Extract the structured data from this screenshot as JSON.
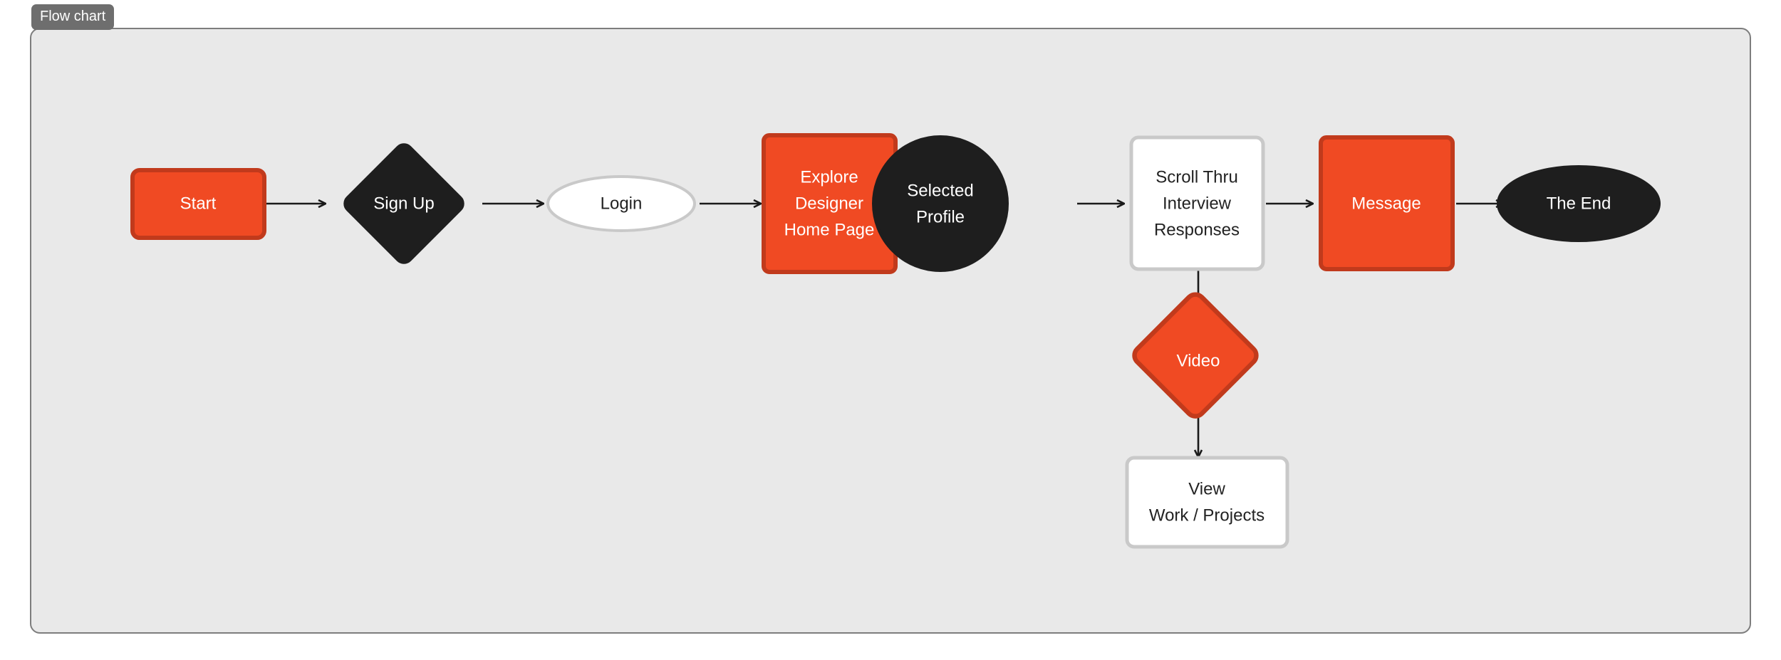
{
  "badge": {
    "label": "Flow chart"
  },
  "canvas": {
    "background_color": "#e9e9e9",
    "border_color": "#7d7d7d"
  },
  "palette": {
    "orange_fill": "#f04a23",
    "orange_stroke": "#c13a1c",
    "black_fill": "#1e1e1e",
    "black_stroke": "#1e1e1e",
    "white_fill": "#ffffff",
    "white_stroke": "#c9c9c9",
    "connector_color": "#1a1a1a",
    "text_light": "#ffffff",
    "text_dark": "#222222"
  },
  "chart_data": {
    "type": "diagram",
    "title": "Flow chart",
    "nodes": [
      {
        "id": "start",
        "label": "Start",
        "shape": "rounded-rect",
        "fill": "orange",
        "text": "light"
      },
      {
        "id": "signup",
        "label": "Sign Up",
        "shape": "diamond",
        "fill": "black",
        "text": "light"
      },
      {
        "id": "login",
        "label": "Login",
        "shape": "ellipse",
        "fill": "white",
        "text": "dark"
      },
      {
        "id": "explore",
        "label": "Explore\nDesigner\nHome Page",
        "shape": "rounded-rect",
        "fill": "orange",
        "text": "light"
      },
      {
        "id": "profile",
        "label": "Selected\nProfile",
        "shape": "circle",
        "fill": "black",
        "text": "light"
      },
      {
        "id": "scroll",
        "label": "Scroll Thru\nInterview\nResponses",
        "shape": "rounded-rect",
        "fill": "white",
        "text": "dark"
      },
      {
        "id": "message",
        "label": "Message",
        "shape": "rounded-rect",
        "fill": "orange",
        "text": "light"
      },
      {
        "id": "end",
        "label": "The End",
        "shape": "ellipse",
        "fill": "black",
        "text": "light"
      },
      {
        "id": "video",
        "label": "Video",
        "shape": "diamond",
        "fill": "orange",
        "text": "light"
      },
      {
        "id": "viewwork",
        "label": "View\nWork / Projects",
        "shape": "rounded-rect",
        "fill": "white",
        "text": "dark"
      }
    ],
    "edges": [
      {
        "from": "start",
        "to": "signup",
        "direction": "right"
      },
      {
        "from": "signup",
        "to": "login",
        "direction": "right"
      },
      {
        "from": "login",
        "to": "explore",
        "direction": "right"
      },
      {
        "from": "explore",
        "to": "profile",
        "direction": "right"
      },
      {
        "from": "profile",
        "to": "scroll",
        "direction": "right"
      },
      {
        "from": "scroll",
        "to": "message",
        "direction": "right"
      },
      {
        "from": "message",
        "to": "end",
        "direction": "right"
      },
      {
        "from": "scroll",
        "to": "video",
        "direction": "down"
      },
      {
        "from": "video",
        "to": "viewwork",
        "direction": "down"
      }
    ]
  },
  "labels": {
    "start": "Start",
    "signup": "Sign Up",
    "login": "Login",
    "explore_1": "Explore",
    "explore_2": "Designer",
    "explore_3": "Home Page",
    "profile_1": "Selected",
    "profile_2": "Profile",
    "scroll_1": "Scroll Thru",
    "scroll_2": "Interview",
    "scroll_3": "Responses",
    "message": "Message",
    "end": "The End",
    "video": "Video",
    "viewwork_1": "View",
    "viewwork_2": "Work / Projects"
  }
}
